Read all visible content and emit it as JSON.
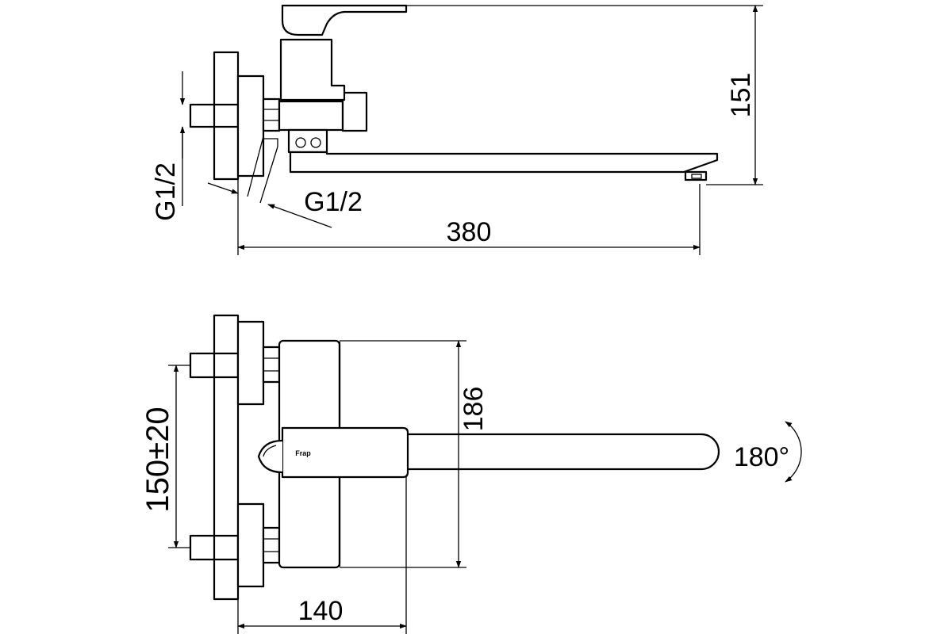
{
  "top_view": {
    "dim_height": "151",
    "dim_length": "380",
    "thread_inlet": "G1/2",
    "thread_outlet": "G1/2"
  },
  "bottom_view": {
    "dim_spacing": "150±20",
    "dim_body_height": "186",
    "dim_depth": "140",
    "rotation": "180°",
    "brand_logo": "Frap"
  }
}
